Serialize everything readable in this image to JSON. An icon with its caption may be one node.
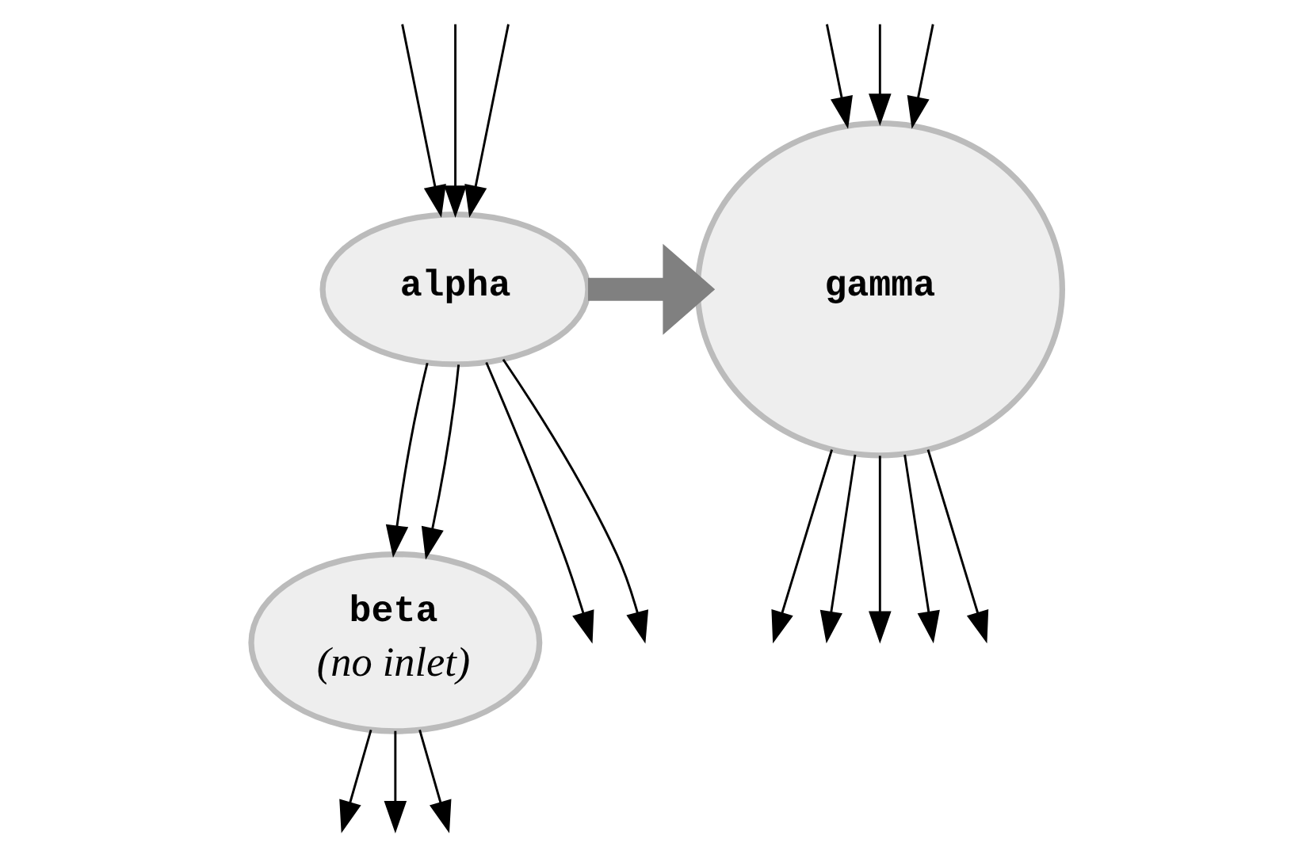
{
  "diagram": {
    "nodes": [
      {
        "text": [
          "alpha"
        ]
      },
      {
        "text": [
          "beta",
          "(no inlet)"
        ]
      },
      {
        "text": [
          "gamma"
        ]
      }
    ],
    "edges": [
      {
        "from": 0,
        "to": null,
        "arrow": "to"
      },
      {
        "from": 0,
        "to": null,
        "arrow": "to"
      },
      {
        "from": null,
        "to": 0,
        "arrow": "to"
      },
      {
        "from": null,
        "to": 0,
        "arrow": "to"
      },
      {
        "from": null,
        "to": 0,
        "arrow": "to"
      },
      {
        "from": 0,
        "to": 1,
        "arrow": "to"
      },
      {
        "from": 0,
        "to": 1,
        "arrow": "to"
      },
      {
        "from": 0,
        "to": 2,
        "arrow": "to",
        "style": "thick",
        "color": "#808080"
      },
      {
        "from": 1,
        "to": null,
        "arrow": "to"
      },
      {
        "from": 1,
        "to": null,
        "arrow": "to"
      },
      {
        "from": 1,
        "to": null,
        "arrow": "to"
      },
      {
        "from": 2,
        "to": null,
        "arrow": "to"
      },
      {
        "from": 2,
        "to": null,
        "arrow": "to"
      },
      {
        "from": 2,
        "to": null,
        "arrow": "to"
      },
      {
        "from": 2,
        "to": null,
        "arrow": "to"
      },
      {
        "from": 2,
        "to": null,
        "arrow": "to"
      },
      {
        "from": null,
        "to": 2,
        "arrow": "to"
      },
      {
        "from": null,
        "to": 2,
        "arrow": "to"
      },
      {
        "from": null,
        "to": 2,
        "arrow": "to"
      }
    ]
  }
}
